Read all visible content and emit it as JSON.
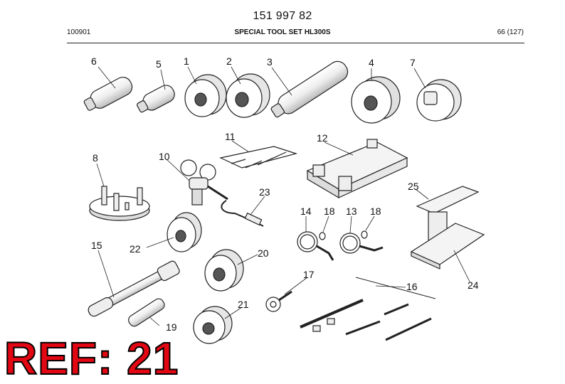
{
  "header": {
    "document_number": "151 997 82",
    "code": "100901",
    "title": "SPECIAL TOOL SET HL300S",
    "page": "66 (127)"
  },
  "callouts": [
    "6",
    "5",
    "1",
    "2",
    "3",
    "4",
    "7",
    "11",
    "12",
    "8",
    "10",
    "23",
    "25",
    "14",
    "18",
    "13",
    "18",
    "15",
    "22",
    "20",
    "24",
    "17",
    "16",
    "21",
    "19"
  ],
  "reference": "REF: 21",
  "colors": {
    "reference_fill": "#e30613",
    "line": "#222222"
  }
}
